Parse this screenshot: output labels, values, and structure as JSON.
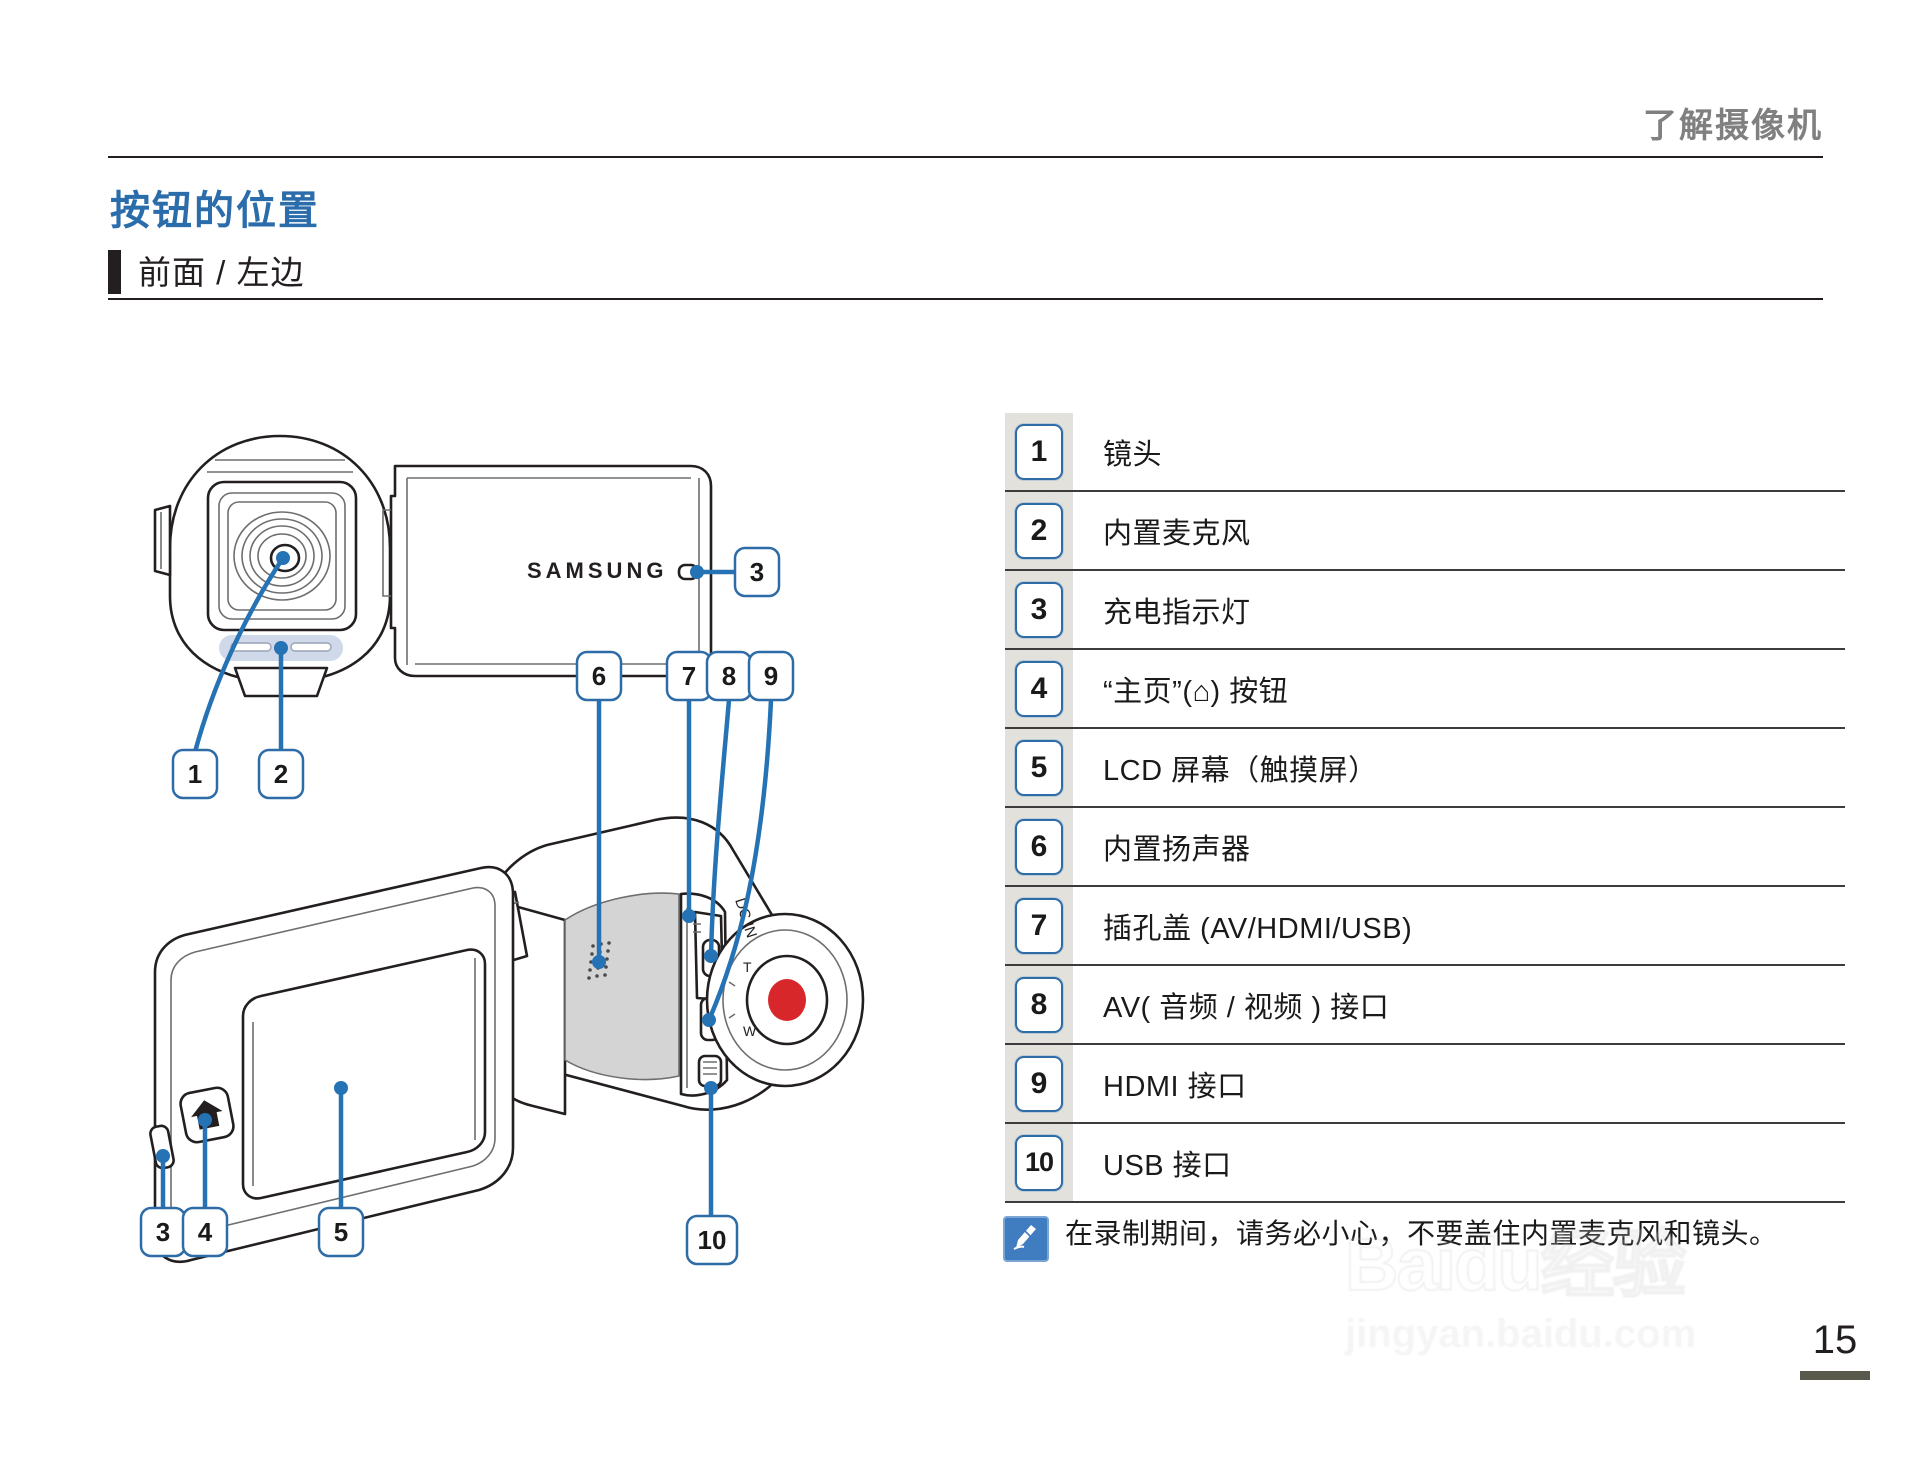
{
  "header": {
    "running_head": "了解摄像机"
  },
  "section": {
    "title": "按钮的位置",
    "subsection": "前面 / 左边"
  },
  "legend": {
    "items": [
      {
        "num": "1",
        "label": "镜头"
      },
      {
        "num": "2",
        "label": "内置麦克风"
      },
      {
        "num": "3",
        "label": "充电指示灯"
      },
      {
        "num": "4",
        "label": "“主页”(⌂) 按钮"
      },
      {
        "num": "5",
        "label": "LCD 屏幕（触摸屏）"
      },
      {
        "num": "6",
        "label": "内置扬声器"
      },
      {
        "num": "7",
        "label": "插孔盖 (AV/HDMI/USB)"
      },
      {
        "num": "8",
        "label": "AV( 音频 / 视频 ) 接口"
      },
      {
        "num": "9",
        "label": "HDMI 接口"
      },
      {
        "num": "10",
        "label": "USB 接口"
      }
    ]
  },
  "note": {
    "icon": "note-pen-icon",
    "text": "在录制期间，请务必小心，不要盖住内置麦克风和镜头。"
  },
  "watermark": {
    "main": "Baidu经验",
    "sub": "jingyan.baidu.com"
  },
  "page": {
    "number": "15"
  },
  "illustration": {
    "brand": "SAMSUNG",
    "callouts": [
      "1",
      "2",
      "3",
      "4",
      "5",
      "6",
      "7",
      "8",
      "9",
      "10"
    ]
  },
  "colors": {
    "accent_blue": "#2b6cab",
    "lead_blue": "#2572b4",
    "ink": "#231f20",
    "rule_gray": "#3c3c3c",
    "badge_bg": "#e3e1dc",
    "page_bar": "#5a5a4c"
  }
}
